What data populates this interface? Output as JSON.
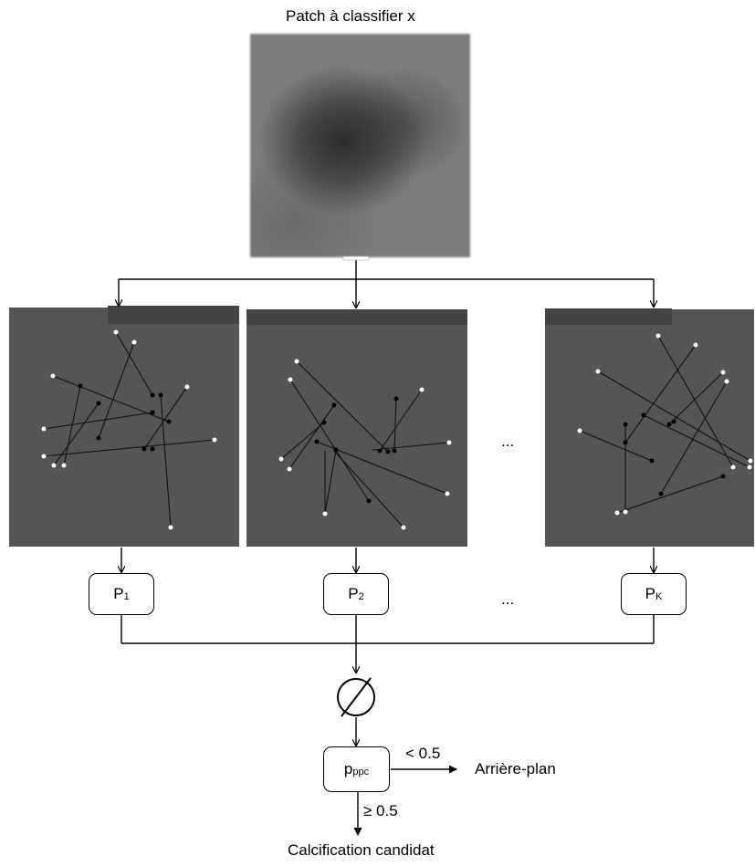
{
  "title": "Patch à classifier x",
  "classifiers": [
    {
      "base": "P",
      "sub": "1"
    },
    {
      "base": "P",
      "sub": "2"
    },
    {
      "base": "P",
      "sub": "K"
    }
  ],
  "ellipsis": "...",
  "aggregator_symbol": "empty-set-icon",
  "output_node": {
    "base": "p",
    "sub": "ppc"
  },
  "branch_low": {
    "condition": "< 0.5",
    "label": "Arrière-plan"
  },
  "branch_high": {
    "condition": "≥ 0.5",
    "label": "Calcification candidat"
  }
}
